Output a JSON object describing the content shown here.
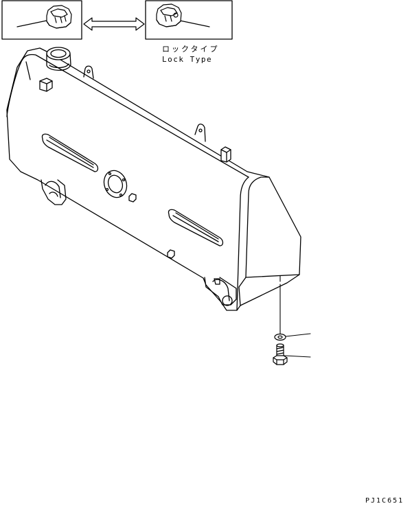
{
  "diagram": {
    "lock_type_label_jp": "ロックタイプ",
    "lock_type_label_en": "Lock Type",
    "figure_code": "PJ1C651"
  }
}
